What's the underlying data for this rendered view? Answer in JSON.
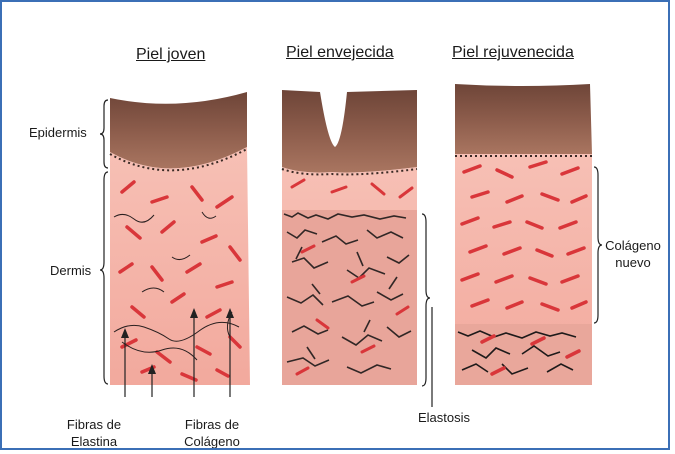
{
  "titles": {
    "young": "Piel joven",
    "aged": "Piel envejecida",
    "rejuvenated": "Piel rejuvenecida"
  },
  "labels": {
    "epidermis": "Epidermis",
    "dermis": "Dermis",
    "elastin_line1": "Fibras de",
    "elastin_line2": "Elastina",
    "collagen_line1": "Fibras de",
    "collagen_line2": "Colágeno",
    "elastosis": "Elastosis",
    "new_collagen_line1": "Colágeno",
    "new_collagen_line2": "nuevo"
  },
  "colors": {
    "frame": "#3b6fb6",
    "epidermis": "#8a5a4a",
    "dermis": "#f4b1a6",
    "collagen_fiber": "#d9363a",
    "elastin_fiber": "#2a2020"
  }
}
